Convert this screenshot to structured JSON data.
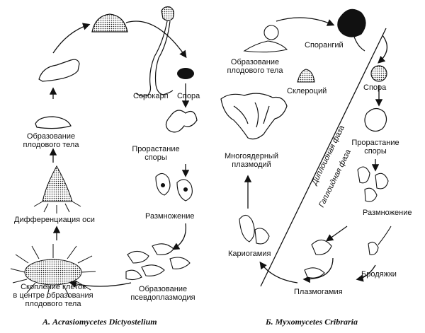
{
  "left": {
    "fruiting_1": "Образование",
    "fruiting_2": "плодового тела",
    "differentiation": "Дифференциация оси",
    "aggregation_1": "Скопление клеток",
    "aggregation_2": "в центре образования",
    "aggregation_3": "плодового тела",
    "sorocarp": "Сорокарп",
    "spore": "Спора",
    "germination_1": "Прорастание",
    "germination_2": "споры",
    "reproduction": "Размножение",
    "pseudoplasmodium_1": "Образование",
    "pseudoplasmodium_2": "псевдоплазмодия",
    "caption": "А. Acrasiomycetes Dictyostelium"
  },
  "right": {
    "fruiting_1": "Образование",
    "fruiting_2": "плодового тела",
    "sclerotium": "Склероций",
    "sporangium": "Спорангий",
    "spore": "Спора",
    "germination_1": "Прорастание",
    "germination_2": "споры",
    "plasmodium_1": "Многоядерный",
    "plasmodium_2": "плазмодий",
    "reproduction": "Размножение",
    "karyogamy": "Кариогамия",
    "swarmers": "Бродяжки",
    "plasmogamy": "Плазмогамия",
    "diploid": "Диплоидная фаза",
    "haploid": "Гаплоидная фаза",
    "caption": "Б. Myxomycetes Cribraria"
  }
}
